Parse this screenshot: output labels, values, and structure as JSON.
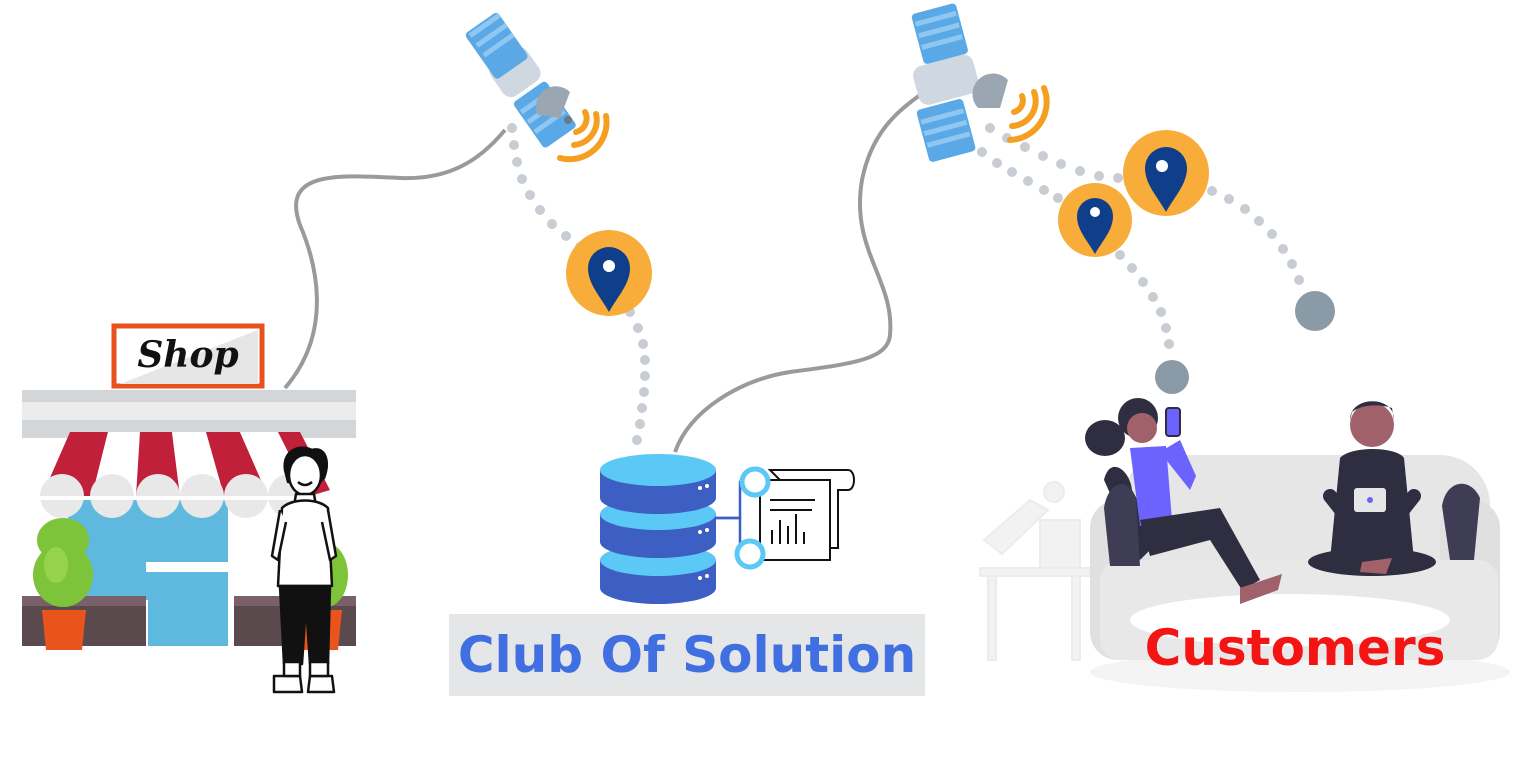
{
  "shop": {
    "sign_label": "Shop"
  },
  "center": {
    "brand_label": "Club Of Solution"
  },
  "customers": {
    "label": "Customers"
  },
  "icons": [
    "storefront-icon",
    "shopkeeper-icon",
    "satellite-icon",
    "location-pin-icon",
    "database-icon",
    "report-document-icon",
    "couch-icon",
    "customer-icon",
    "lamp-desk-icon"
  ],
  "colors": {
    "pin_badge": "#f8ad3a",
    "pin_marker": "#0f3f8a",
    "satellite_panel": "#5aa9e6",
    "satellite_body": "#cfd8e0",
    "signal": "#f59f20",
    "database_top": "#5bc8f5",
    "database_body": "#3d5fc4",
    "awning_red": "#c0203a",
    "shop_border": "#e8501c",
    "brand_text": "#3f6fe0",
    "customers_text": "#f51414",
    "curve": "#9a9a9a",
    "dots": "#c7cdd2",
    "endpoint": "#8a9aa6"
  }
}
